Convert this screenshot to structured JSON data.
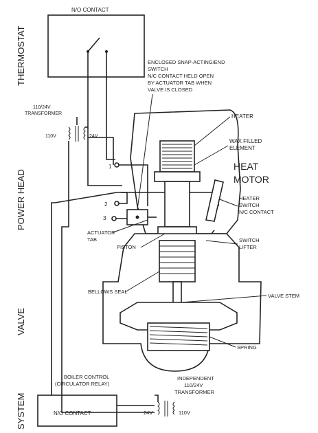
{
  "section_labels": {
    "thermostat": "THERMOSTAT",
    "power_head": "POWER HEAD",
    "valve": "VALVE",
    "system": "SYSTEM"
  },
  "labels": {
    "no_contact_top": "N/O CONTACT",
    "transformer_110_24_line1": "110/24V",
    "transformer_110_24_line2": "TRANSFORMER",
    "v110_left": "110V",
    "v24_left": "24V",
    "switch_line1": "ENCLOSED SNAP-ACTING/END",
    "switch_line2": "SWITCH",
    "switch_line3": "N/C CONTACT HELD OPEN",
    "switch_line4": "BY ACTUATOR TAB WHEN",
    "switch_line5": "VALVE IS CLOSED",
    "heater": "HEATER",
    "wax_line1": "WAX FILLED",
    "wax_line2": "ELEMENT",
    "heat_motor_line1": "HEAT",
    "heat_motor_line2": "MOTOR",
    "heater_switch_line1": "HEATER",
    "heater_switch_line2": "SWITCH",
    "heater_switch_line3": "N/C CONTACT",
    "actuator_line1": "ACTUATOR",
    "actuator_line2": "TAB",
    "piston": "PISTON",
    "switch_lifter_line1": "SWITCH",
    "switch_lifter_line2": "LIFTER",
    "bellows_seal": "BELLOWS SEAL",
    "valve_stem": "VALVE STEM",
    "spring": "SPRING",
    "boiler_line1": "BOILER CONTROL",
    "boiler_line2": "(CIRCULATOR RELAY)",
    "no_contact_bottom": "N/O CONTACT",
    "indep_line1": "INDEPENDENT",
    "indep_line2": "110/24V",
    "indep_line3": "TRANSFORMER",
    "v24_bottom": "24V",
    "v110_bottom": "110V",
    "term_1": "1",
    "term_2": "2",
    "term_3": "3"
  }
}
